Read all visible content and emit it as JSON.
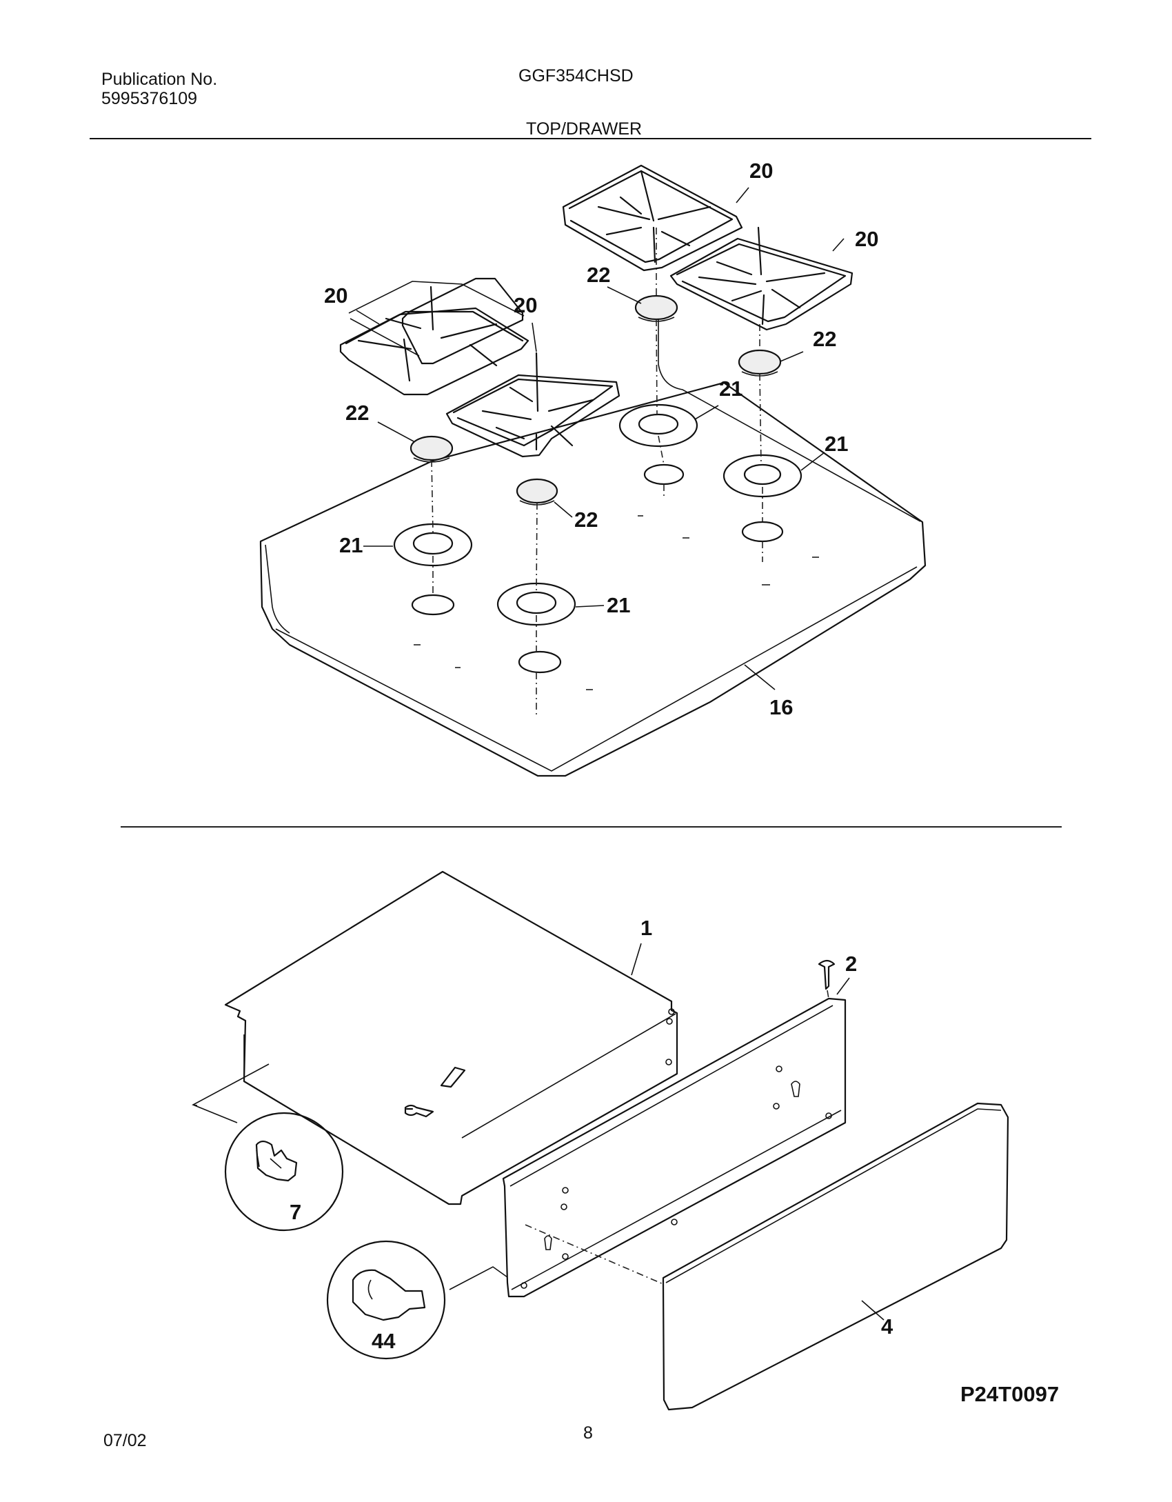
{
  "header": {
    "publication_label": "Publication No.",
    "publication_number": "5995376109",
    "model": "GGF354CHSD",
    "section_title": "TOP/DRAWER"
  },
  "callouts": {
    "grate": "20",
    "burner_head": "21",
    "burner_cap": "22",
    "cooktop": "16",
    "drawer_body": "1",
    "drawer_screw": "2",
    "drawer_front": "4",
    "slide_clip": "7",
    "drawer_glide": "44"
  },
  "footer": {
    "date": "07/02",
    "page": "8",
    "drawing_number": "P24T0097"
  }
}
